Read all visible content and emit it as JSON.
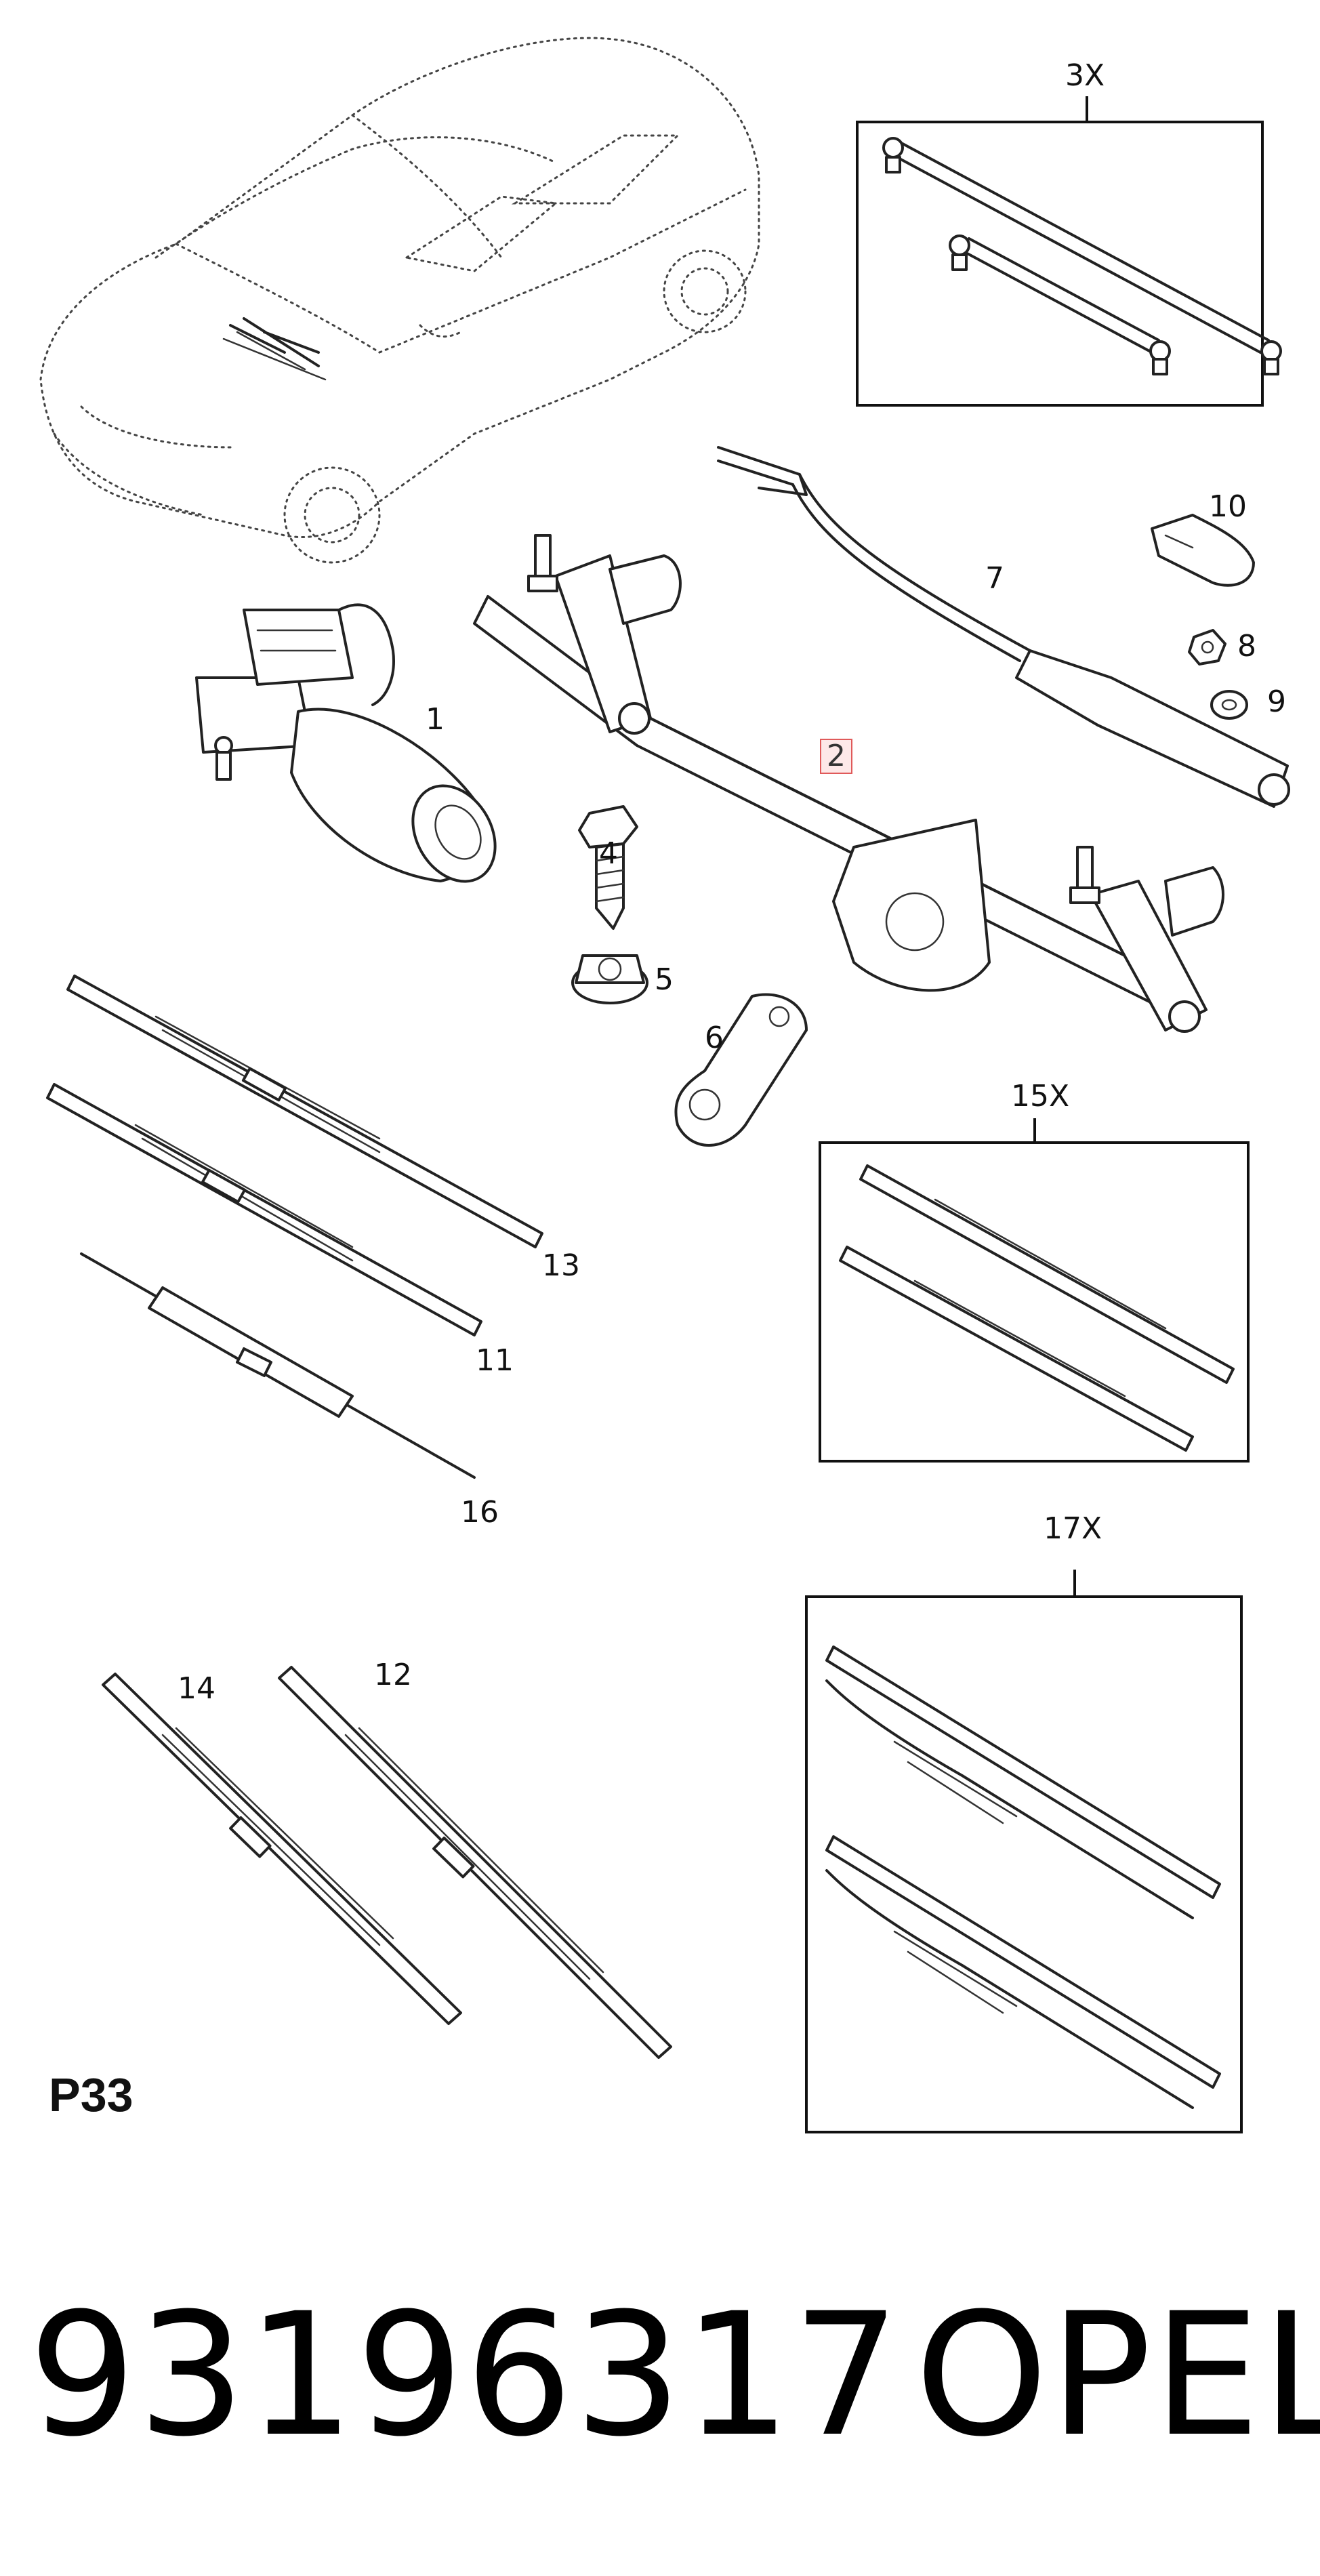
{
  "diagram": {
    "callouts": [
      {
        "id": "1",
        "text": "1"
      },
      {
        "id": "2",
        "text": "2"
      },
      {
        "id": "3x",
        "text": "3X"
      },
      {
        "id": "4",
        "text": "4"
      },
      {
        "id": "5",
        "text": "5"
      },
      {
        "id": "6",
        "text": "6"
      },
      {
        "id": "7",
        "text": "7"
      },
      {
        "id": "8",
        "text": "8"
      },
      {
        "id": "9",
        "text": "9"
      },
      {
        "id": "10",
        "text": "10"
      },
      {
        "id": "11",
        "text": "11"
      },
      {
        "id": "12",
        "text": "12"
      },
      {
        "id": "13",
        "text": "13"
      },
      {
        "id": "14",
        "text": "14"
      },
      {
        "id": "15x",
        "text": "15X"
      },
      {
        "id": "16",
        "text": "16"
      },
      {
        "id": "17x",
        "text": "17X"
      }
    ],
    "highlighted_callout": "2",
    "page_code": "P33"
  },
  "footer": {
    "part_number": "93196317",
    "brand": "OPEL"
  },
  "colors": {
    "line": "#222222",
    "highlight_border": "#e05a5a",
    "highlight_fill": "#fde8e8"
  }
}
